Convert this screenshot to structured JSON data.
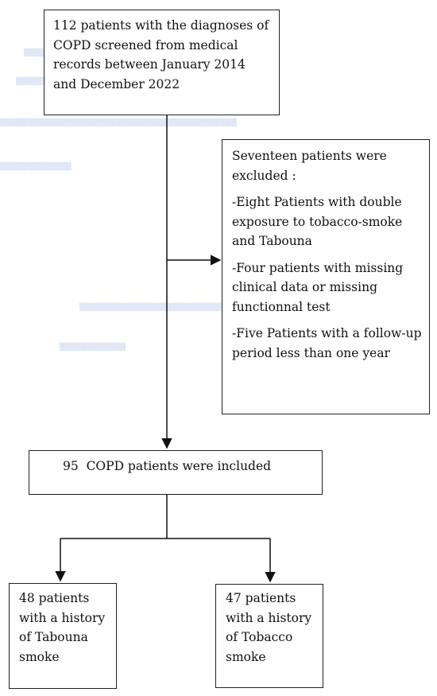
{
  "boxes": {
    "screened": "112 patients with the diagnoses of COPD screened from medical records between January 2014 and December 2022",
    "excluded": {
      "header": "Seventeen patients were excluded :",
      "reasons": [
        "-Eight Patients with double exposure to tobacco-smoke and Tabouna",
        "-Four patients with missing clinical data or missing functionnal test",
        "-Five Patients with a follow-up period less than one year"
      ]
    },
    "included": "95  COPD patients were included",
    "tabouna": "48 patients with a history of Tabouna smoke",
    "tobacco": "47 patients with a history of Tobacco smoke"
  },
  "colors": {
    "line": "#111111",
    "ghost_text": "#c5d3ef"
  }
}
